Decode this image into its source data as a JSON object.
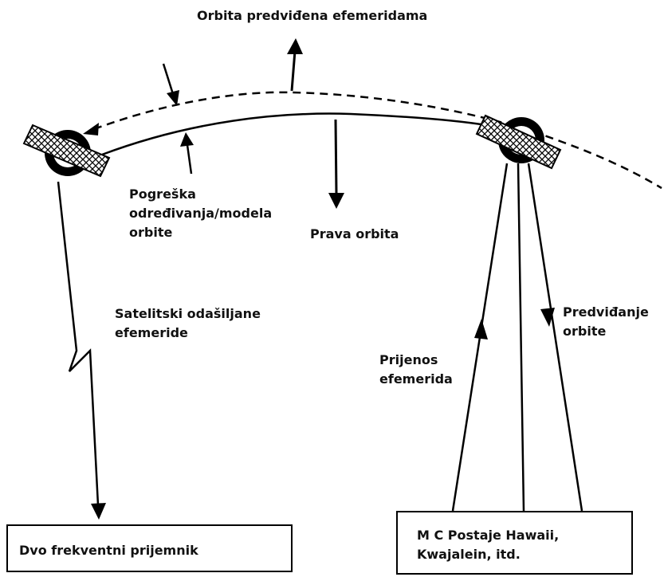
{
  "labels": {
    "predicted_orbit": "Orbita predviđena efemeridama",
    "error_line1": "Pogreška",
    "error_line2": "određivanja/modela",
    "error_line3": "orbite",
    "true_orbit": "Prava orbita",
    "broadcast_line1": "Satelitski odašiljane",
    "broadcast_line2": "efemeride",
    "upload_line1": "Prijenos",
    "upload_line2": "efemerida",
    "prediction_line1": "Predviđanje",
    "prediction_line2": "orbite"
  },
  "boxes": {
    "receiver": "Dvo frekventni prijemnik",
    "station_line1": "M C Postaje Hawaii,",
    "station_line2": "Kwajalein, itd."
  }
}
